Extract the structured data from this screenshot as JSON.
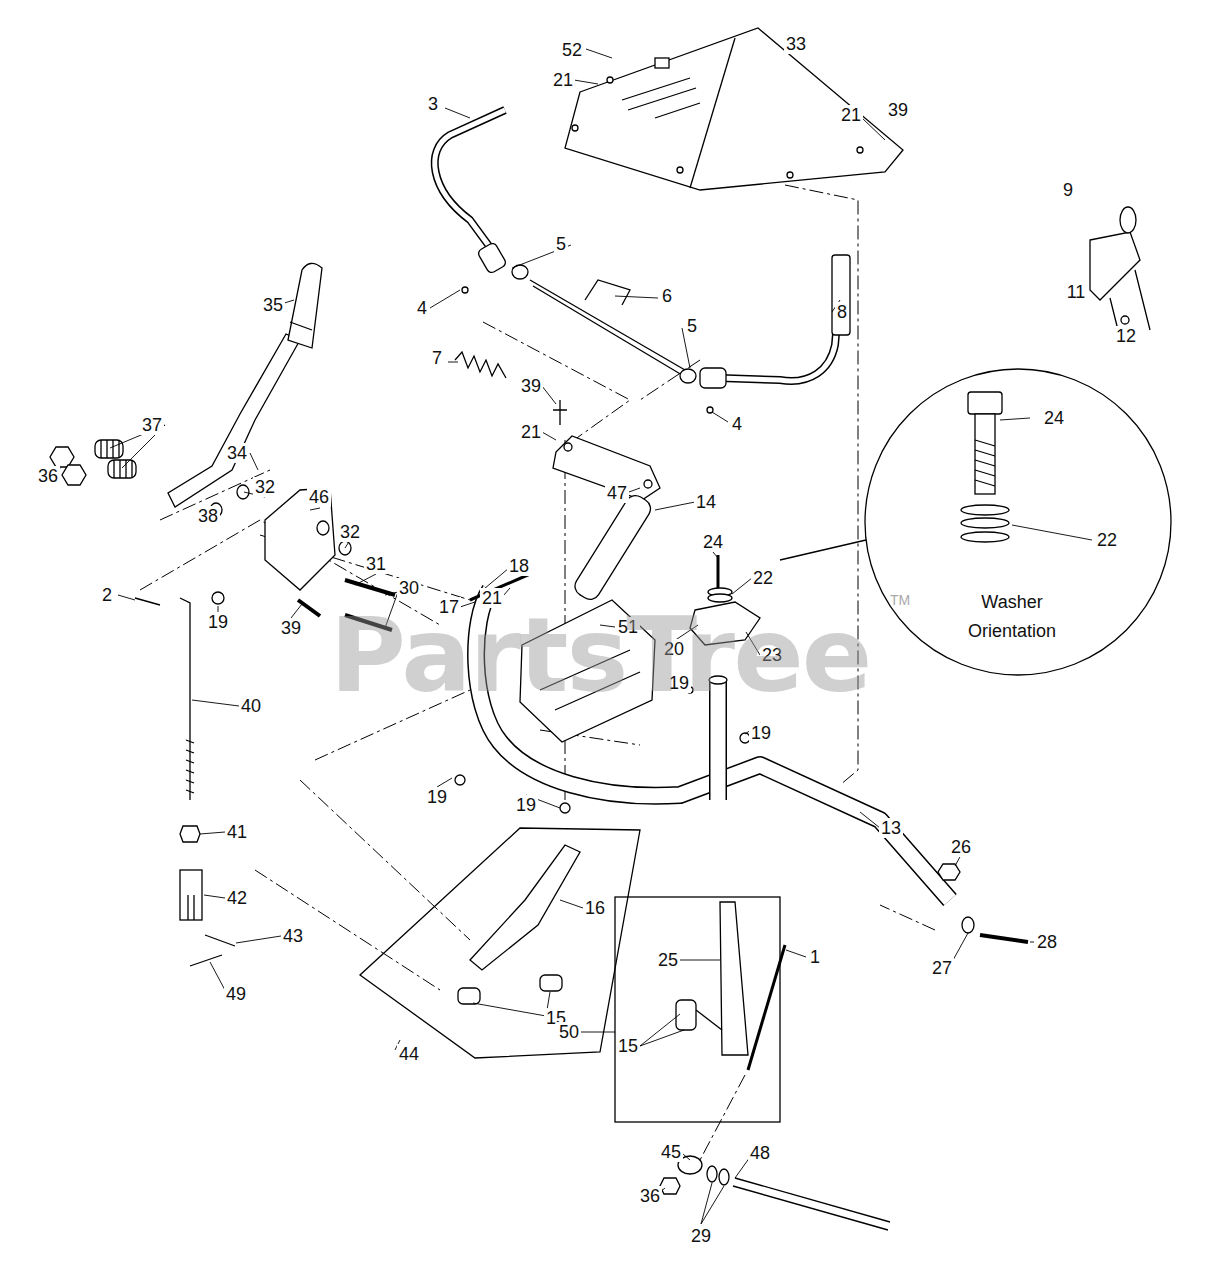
{
  "diagram": {
    "labels": [
      "52",
      "21",
      "33",
      "3",
      "21",
      "39",
      "9",
      "11",
      "12",
      "5",
      "6",
      "8",
      "5",
      "4",
      "4",
      "35",
      "7",
      "39",
      "21",
      "47",
      "24",
      "22",
      "Washer Orientation",
      "37",
      "36",
      "34",
      "32",
      "46",
      "32",
      "31",
      "30",
      "38",
      "19",
      "39",
      "2",
      "14",
      "24",
      "22",
      "18",
      "17",
      "21",
      "20",
      "23",
      "51",
      "19",
      "19",
      "40",
      "19",
      "19",
      "41",
      "13",
      "26",
      "42",
      "16",
      "43",
      "28",
      "27",
      "25",
      "1",
      "49",
      "15",
      "44",
      "15",
      "50",
      "48",
      "45",
      "36",
      "29",
      "PartsTree",
      "TM"
    ]
  }
}
